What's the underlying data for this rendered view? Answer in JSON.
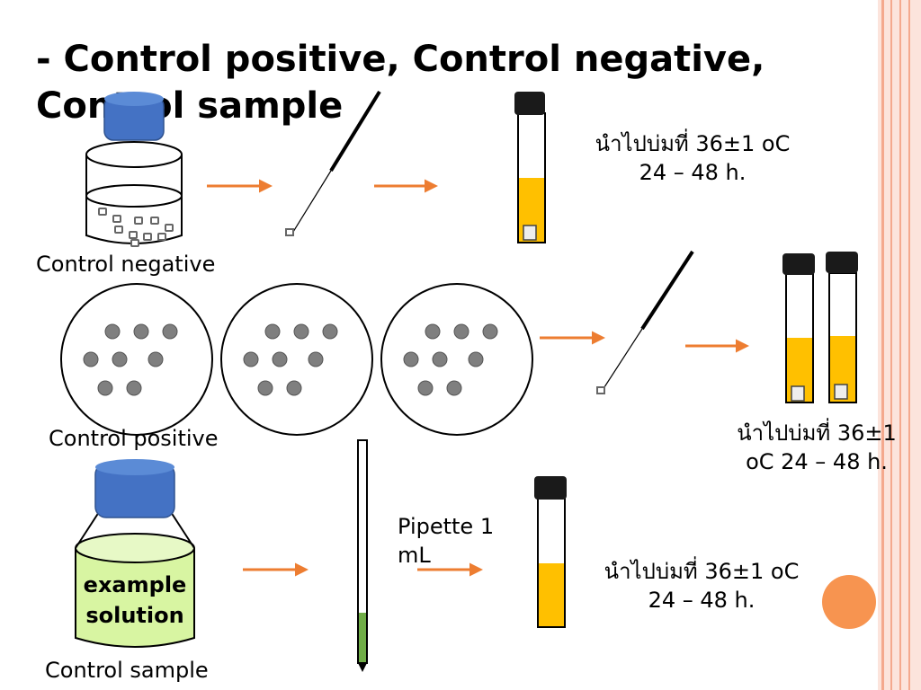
{
  "slide": {
    "title": "- Control positive, Control negative, Control sample"
  },
  "labels": {
    "control_negative": "Control negative",
    "control_positive": "Control positive",
    "control_sample": "Control sample",
    "pipette": "Pipette 1 mL",
    "jar_text": "example solution"
  },
  "incubation": {
    "row1": "นำไปบ่มที่ 36±1 oC 24 – 48 h.",
    "row2": "นำไปบ่มที่ 36±1 oC 24 – 48 h.",
    "row3": "นำไปบ่มที่ 36±1 oC 24 – 48 h."
  },
  "colors": {
    "arrow": "#ed7d31",
    "cap": "#4472c4",
    "broth": "#ffc000",
    "solution": "#d8f5a2",
    "colony": "#7f7f7f",
    "accent_dot": "#f79450",
    "border": "#f4a98e"
  }
}
